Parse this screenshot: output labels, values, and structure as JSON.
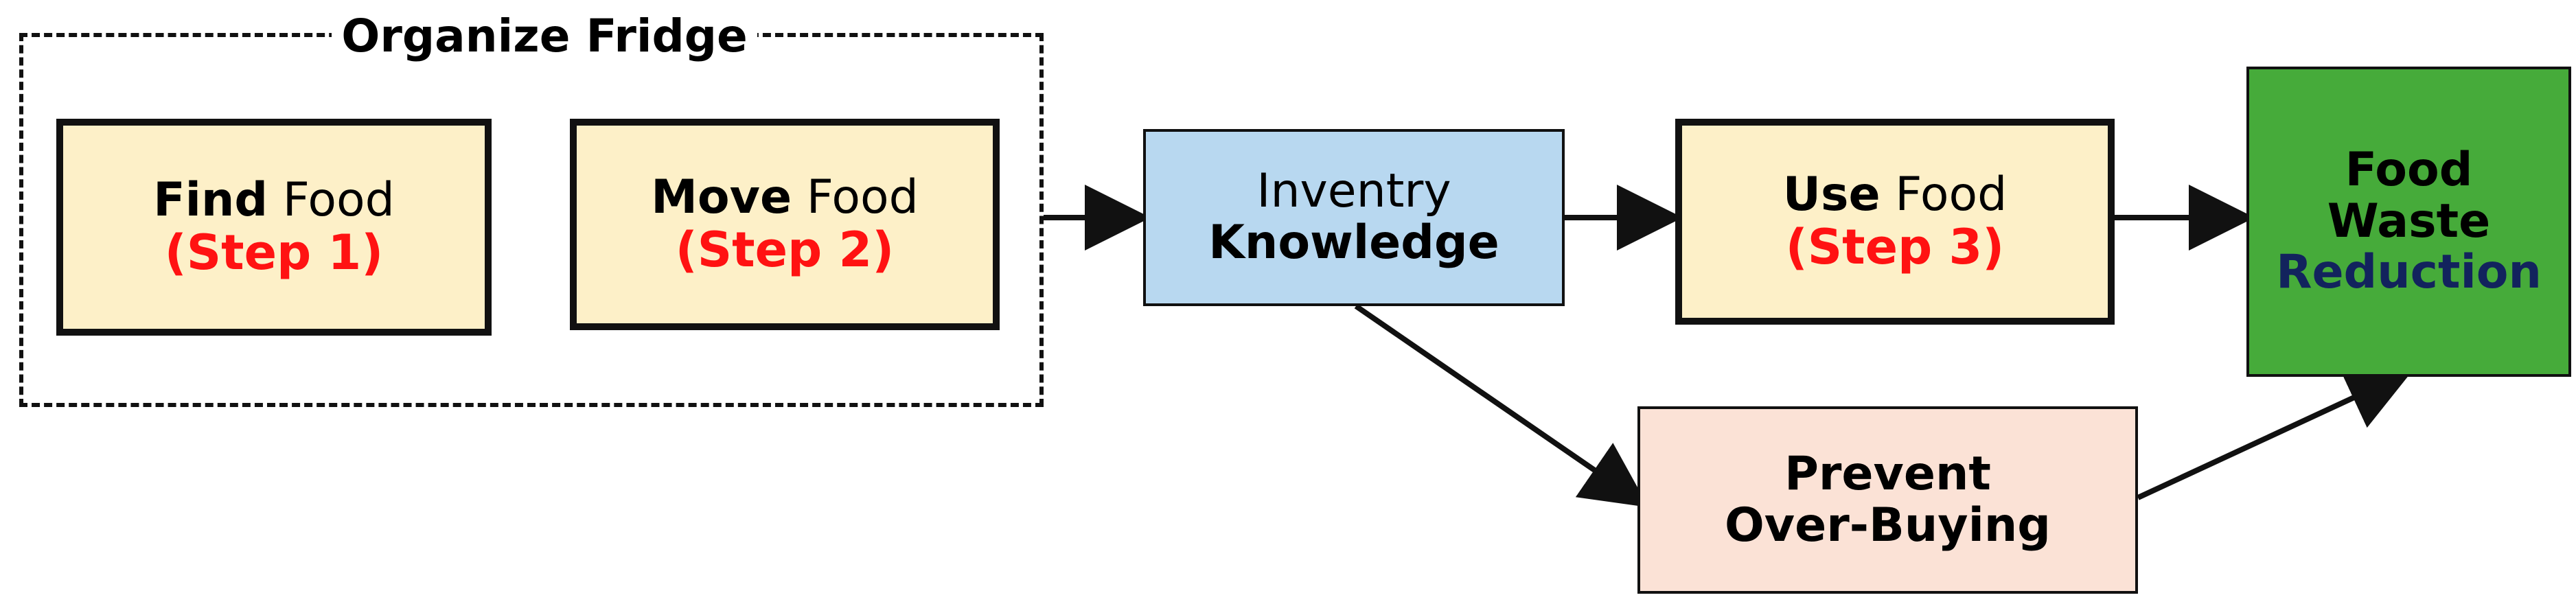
{
  "colors": {
    "step_fill": "#fdf0c8",
    "knowledge_fill": "#b8d8f0",
    "prevent_fill": "#fbe2d6",
    "reduction_fill": "#46ab3a",
    "step_text": "#ff1212",
    "reduction_text": "#12235d",
    "stroke": "#111111"
  },
  "group": {
    "title": "Organize Fridge"
  },
  "nodes": {
    "find_food": {
      "bold": "Find",
      "normal": "Food",
      "step": "(Step 1)"
    },
    "move_food": {
      "bold": "Move",
      "normal": "Food",
      "step": "(Step 2)"
    },
    "inventory_knowledge": {
      "line1": "Inventry",
      "line2": "Knowledge"
    },
    "use_food": {
      "bold": "Use",
      "normal": "Food",
      "step": "(Step 3)"
    },
    "prevent_over_buying": {
      "line1": "Prevent",
      "line2": "Over-Buying"
    },
    "food_waste_reduction": {
      "line1": "Food",
      "line2": "Waste",
      "line3": "Reduction"
    }
  }
}
